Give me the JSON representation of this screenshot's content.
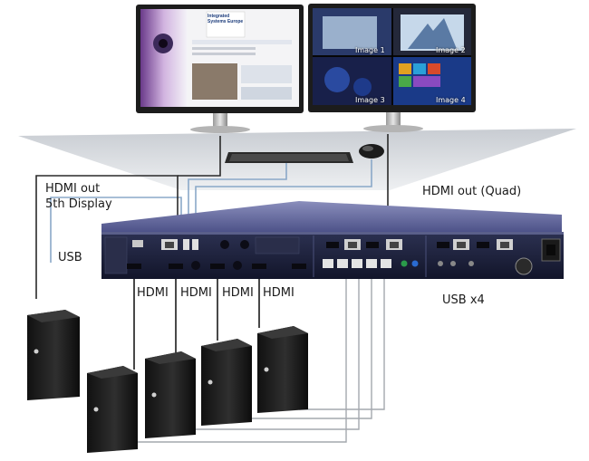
{
  "labels": {
    "hdmi_out_5th_line1": "HDMI out",
    "hdmi_out_5th_line2": "5th Display",
    "hdmi_out_quad": "HDMI out (Quad)",
    "usb": "USB",
    "usb_x4": "USB x4",
    "hdmi_inputs": [
      "HDMI",
      "HDMI",
      "HDMI",
      "HDMI"
    ]
  },
  "left_monitor": {
    "banner": "Integrated Systems Europe"
  },
  "quad_monitor": {
    "quadrants": [
      "Image 1",
      "Image 2",
      "Image 3",
      "Image 4"
    ]
  },
  "colors": {
    "cable_usb": "#8aa8c8",
    "cable_hdmi": "#222222",
    "unit_body": "#1e2240",
    "floor": "#dfe2e6"
  }
}
